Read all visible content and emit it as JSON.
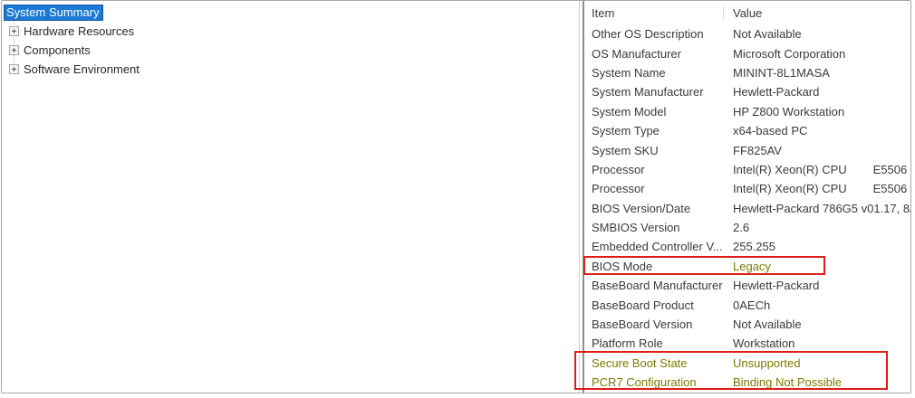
{
  "tree": {
    "items": [
      {
        "label": "System Summary",
        "selected": true,
        "has_expander": false
      },
      {
        "label": "Hardware Resources",
        "selected": false,
        "has_expander": true
      },
      {
        "label": "Components",
        "selected": false,
        "has_expander": true
      },
      {
        "label": "Software Environment",
        "selected": false,
        "has_expander": true
      }
    ]
  },
  "details": {
    "columns": {
      "item": "Item",
      "value": "Value"
    },
    "rows": [
      {
        "item": "Other OS Description",
        "value": "Not Available"
      },
      {
        "item": "OS Manufacturer",
        "value": "Microsoft Corporation"
      },
      {
        "item": "System Name",
        "value": "MININT-8L1MASA"
      },
      {
        "item": "System Manufacturer",
        "value": "Hewlett-Packard"
      },
      {
        "item": "System Model",
        "value": "HP Z800 Workstation"
      },
      {
        "item": "System Type",
        "value": "x64-based PC"
      },
      {
        "item": "System SKU",
        "value": "FF825AV"
      },
      {
        "item": "Processor",
        "value": "Intel(R) Xeon(R) CPU        E5506"
      },
      {
        "item": "Processor",
        "value": "Intel(R) Xeon(R) CPU        E5506"
      },
      {
        "item": "BIOS Version/Date",
        "value": "Hewlett-Packard 786G5 v01.17, 8/"
      },
      {
        "item": "SMBIOS Version",
        "value": "2.6"
      },
      {
        "item": "Embedded Controller V...",
        "value": "255.255"
      },
      {
        "item": "BIOS Mode",
        "value": "Legacy",
        "value_highlight": true
      },
      {
        "item": "BaseBoard Manufacturer",
        "value": "Hewlett-Packard"
      },
      {
        "item": "BaseBoard Product",
        "value": "0AECh"
      },
      {
        "item": "BaseBoard Version",
        "value": "Not Available"
      },
      {
        "item": "Platform Role",
        "value": "Workstation"
      },
      {
        "item": "Secure Boot State",
        "value": "Unsupported",
        "item_highlight": true,
        "value_highlight": true
      },
      {
        "item": "PCR7 Configuration",
        "value": "Binding Not Possible",
        "item_highlight": true,
        "value_highlight": true
      }
    ]
  },
  "annotations": {
    "highlight_text_color": "#7e7900",
    "box_color": "#dc1f17",
    "boxes": [
      {
        "name": "bios-mode",
        "rows": [
          "BIOS Mode"
        ]
      },
      {
        "name": "secure-boot-pcr7",
        "rows": [
          "Secure Boot State",
          "PCR7 Configuration"
        ]
      }
    ]
  },
  "colors": {
    "selection_bg": "#1c7ad4",
    "selection_border": "#1559a8",
    "window_border": "#a8a8a2",
    "text": "#3a3a3a"
  }
}
